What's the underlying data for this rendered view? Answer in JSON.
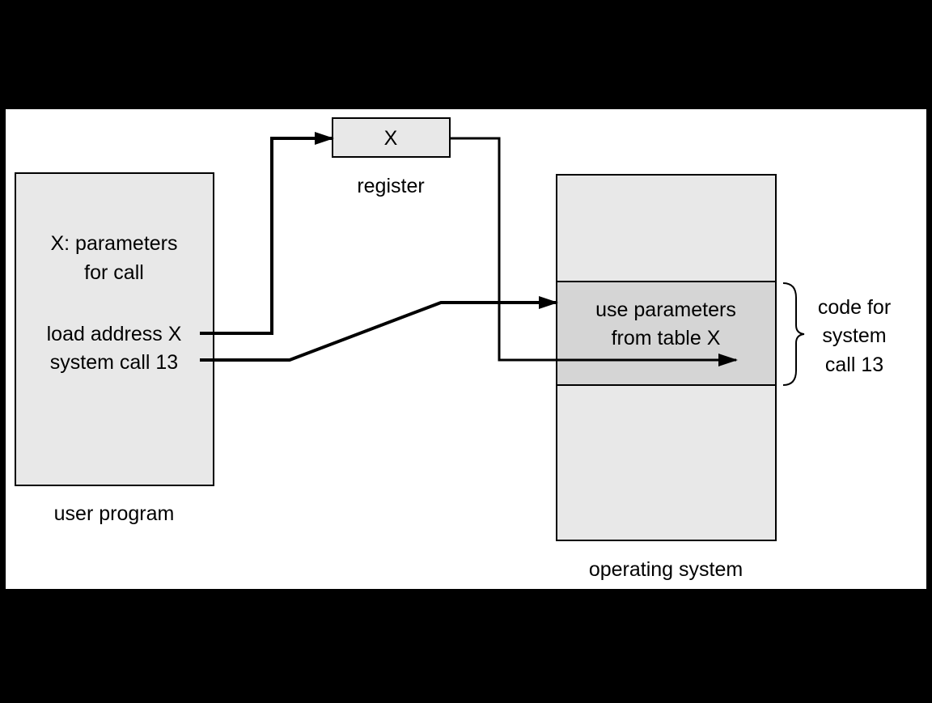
{
  "colors": {
    "background": "#000000",
    "canvas": "#ffffff",
    "box_fill": "#e8e8e8",
    "highlight_fill": "#d5d5d5",
    "stroke": "#000000"
  },
  "register": {
    "value": "X",
    "label": "register"
  },
  "user_program": {
    "line1": "X: parameters",
    "line2": "for call",
    "line3": "load address X",
    "line4": "system call 13",
    "label": "user program"
  },
  "operating_system": {
    "code_line1": "use parameters",
    "code_line2": "from table X",
    "label": "operating system"
  },
  "brace_label": {
    "line1": "code for",
    "line2": "system",
    "line3": "call 13"
  }
}
